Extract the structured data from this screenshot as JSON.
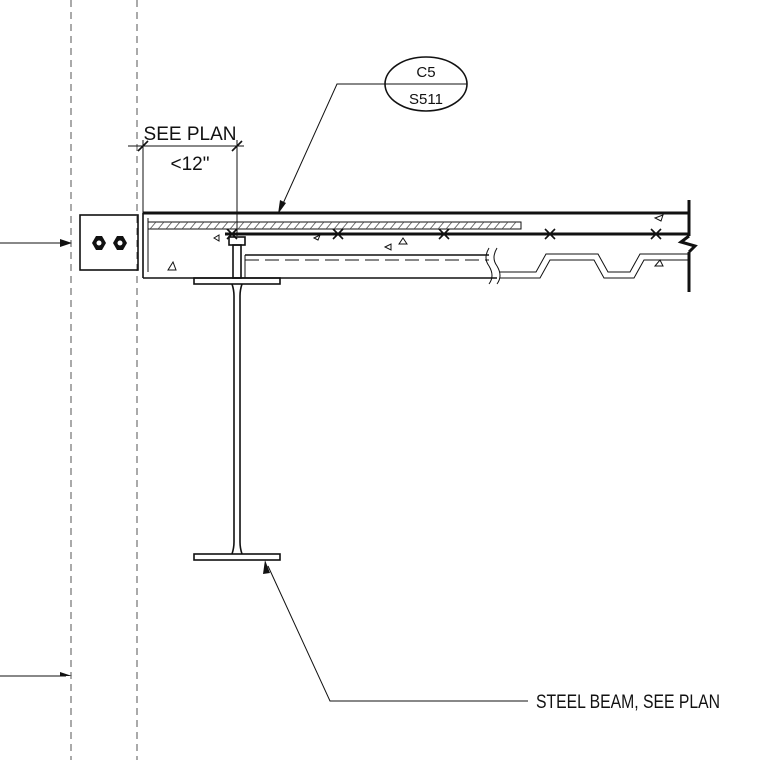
{
  "callout": {
    "detail": "C5",
    "sheet": "S511"
  },
  "dimension": {
    "label": "SEE PLAN",
    "value": "<12\""
  },
  "notes": {
    "beam": "STEEL BEAM, SEE PLAN"
  }
}
